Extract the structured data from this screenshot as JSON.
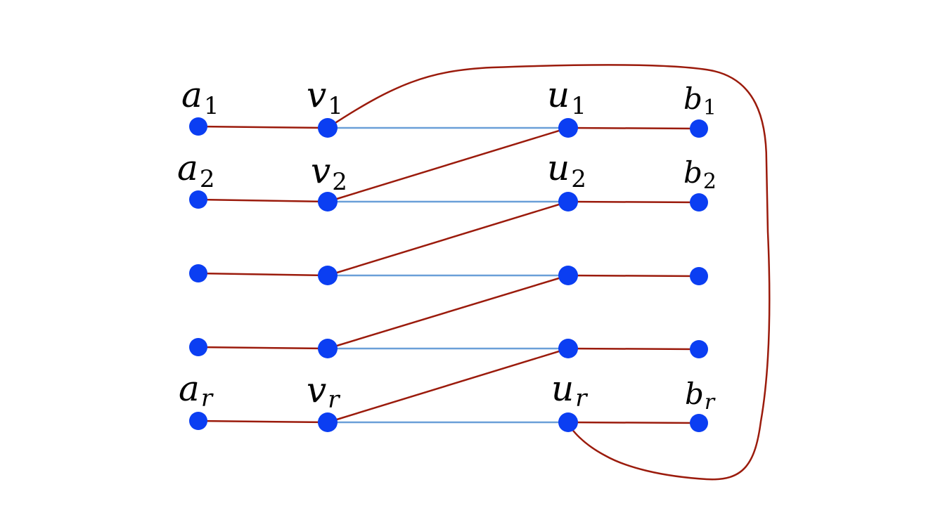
{
  "diagram": {
    "labels": {
      "a1": {
        "base": "a",
        "sub": "1"
      },
      "v1": {
        "base": "v",
        "sub": "1"
      },
      "u1": {
        "base": "u",
        "sub": "1"
      },
      "b1": {
        "base": "b",
        "sub": "1"
      },
      "a2": {
        "base": "a",
        "sub": "2"
      },
      "v2": {
        "base": "v",
        "sub": "2"
      },
      "u2": {
        "base": "u",
        "sub": "2"
      },
      "b2": {
        "base": "b",
        "sub": "2"
      },
      "ar": {
        "base": "a",
        "sub": "r"
      },
      "vr": {
        "base": "v",
        "sub": "r"
      },
      "ur": {
        "base": "u",
        "sub": "r"
      },
      "br": {
        "base": "b",
        "sub": "r"
      }
    },
    "colors": {
      "vertex": "#0b3ef2",
      "red_edge": "#9b1b0c",
      "blue_edge": "#6a9fd8"
    }
  }
}
